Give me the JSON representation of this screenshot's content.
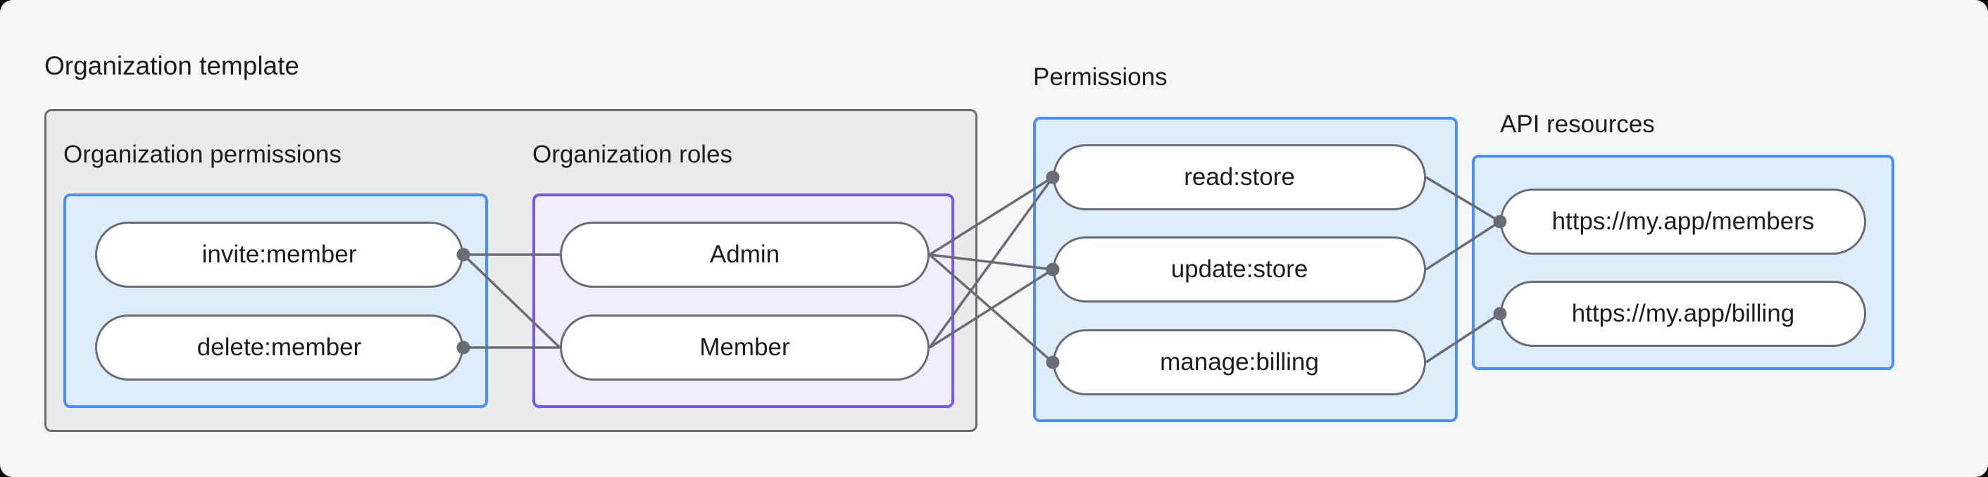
{
  "title": "Organization template",
  "colors": {
    "canvas-bg": "#F5F6F6",
    "outer-fill": "#EAEBEB",
    "blue-fill": "#DEEDFB",
    "blue-border": "#4C8DF6",
    "purple-fill": "#F2EDFC",
    "purple-border": "#7557F2",
    "connector": "#696D73",
    "text": "#1B1D21"
  },
  "groups": {
    "org_permissions": {
      "heading": "Organization permissions",
      "pills": [
        "invite:member",
        "delete:member"
      ]
    },
    "org_roles": {
      "heading": "Organization roles",
      "pills": [
        "Admin",
        "Member"
      ]
    },
    "permissions": {
      "heading": "Permissions",
      "pills": [
        "read:store",
        "update:store",
        "manage:billing"
      ]
    },
    "api_resources": {
      "heading": "API resources",
      "pills": [
        "https://my.app/members",
        "https://my.app/billing"
      ]
    }
  },
  "edges": [
    {
      "from": "invite_member",
      "to": "admin"
    },
    {
      "from": "invite_member",
      "to": "member"
    },
    {
      "from": "delete_member",
      "to": "member"
    },
    {
      "from": "admin",
      "to": "read_store"
    },
    {
      "from": "admin",
      "to": "update_store"
    },
    {
      "from": "admin",
      "to": "manage_billing"
    },
    {
      "from": "member",
      "to": "read_store"
    },
    {
      "from": "member",
      "to": "update_store"
    },
    {
      "from": "read_store",
      "to": "api_members"
    },
    {
      "from": "update_store",
      "to": "api_members"
    },
    {
      "from": "manage_billing",
      "to": "api_billing"
    }
  ],
  "dots": [
    "invite_member.right",
    "delete_member.right",
    "read_store.left",
    "update_store.left",
    "manage_billing.left",
    "api_members.left",
    "api_billing.left"
  ]
}
